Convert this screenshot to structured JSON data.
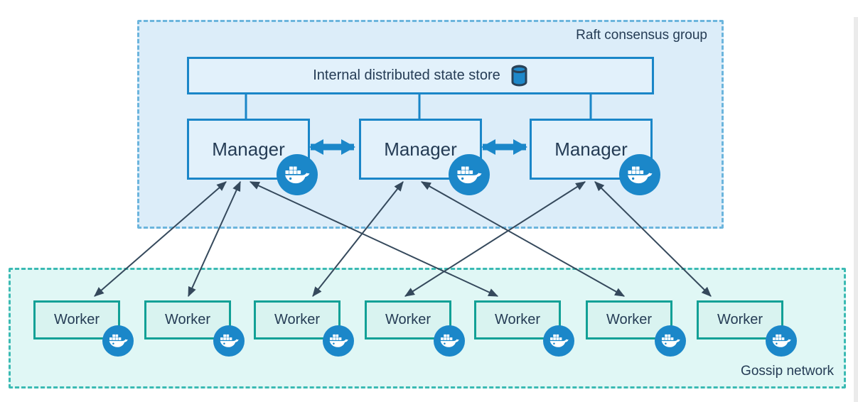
{
  "diagram": {
    "title_implicit": "Docker Swarm architecture",
    "raft_group": {
      "label": "Raft consensus group",
      "state_store": {
        "label": "Internal distributed state store",
        "icon": "database-cylinder-icon"
      },
      "managers": [
        {
          "id": "manager-1",
          "label": "Manager",
          "icon": "docker-whale-icon"
        },
        {
          "id": "manager-2",
          "label": "Manager",
          "icon": "docker-whale-icon"
        },
        {
          "id": "manager-3",
          "label": "Manager",
          "icon": "docker-whale-icon"
        }
      ]
    },
    "gossip_network": {
      "label": "Gossip network",
      "workers": [
        {
          "id": "worker-1",
          "label": "Worker",
          "icon": "docker-whale-icon"
        },
        {
          "id": "worker-2",
          "label": "Worker",
          "icon": "docker-whale-icon"
        },
        {
          "id": "worker-3",
          "label": "Worker",
          "icon": "docker-whale-icon"
        },
        {
          "id": "worker-4",
          "label": "Worker",
          "icon": "docker-whale-icon"
        },
        {
          "id": "worker-5",
          "label": "Worker",
          "icon": "docker-whale-icon"
        },
        {
          "id": "worker-6",
          "label": "Worker",
          "icon": "docker-whale-icon"
        },
        {
          "id": "worker-7",
          "label": "Worker",
          "icon": "docker-whale-icon"
        }
      ]
    },
    "edges": {
      "state_store_links": [
        "manager-1",
        "manager-2",
        "manager-3"
      ],
      "manager_peer_links": [
        [
          "manager-1",
          "manager-2"
        ],
        [
          "manager-2",
          "manager-3"
        ]
      ],
      "manager_worker_links": [
        [
          "manager-1",
          "worker-1"
        ],
        [
          "manager-1",
          "worker-2"
        ],
        [
          "manager-1",
          "worker-5"
        ],
        [
          "manager-2",
          "worker-3"
        ],
        [
          "manager-2",
          "worker-6"
        ],
        [
          "manager-3",
          "worker-4"
        ],
        [
          "manager-3",
          "worker-7"
        ]
      ]
    },
    "colors": {
      "docker_blue": "#1b87c9",
      "node_border_blue": "#1a86c8",
      "node_fill_blue": "#e2f1fb",
      "raft_fill": "#dcedf9",
      "raft_border": "#6cb5dd",
      "worker_border_teal": "#12a096",
      "worker_fill": "#d9f3f0",
      "gossip_fill": "#e0f7f5",
      "gossip_border": "#3bbab3",
      "arrow_dark": "#35495c",
      "text": "#253c55"
    }
  }
}
